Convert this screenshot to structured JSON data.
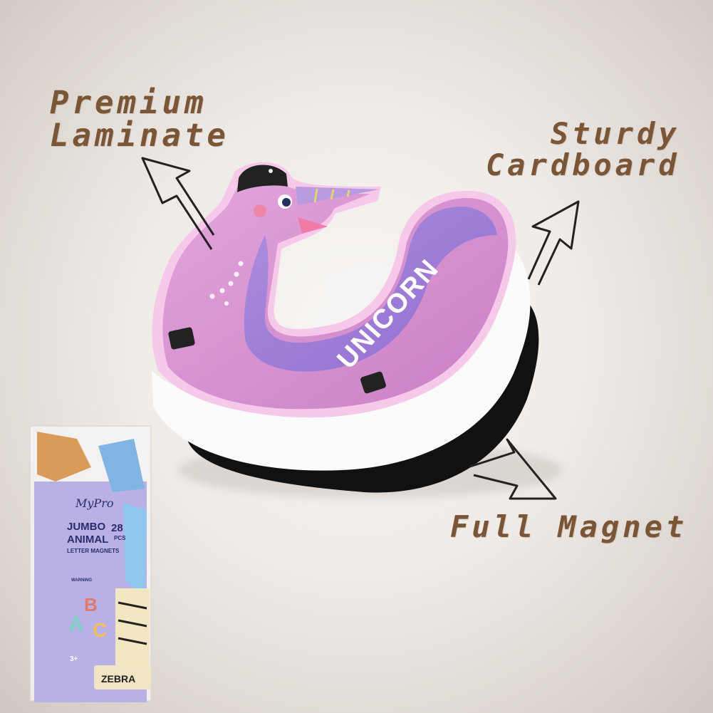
{
  "callouts": {
    "premium": [
      "Premium",
      "Laminate"
    ],
    "sturdy": [
      "Sturdy",
      "Cardboard"
    ],
    "magnet": "Full Magnet"
  },
  "magnet_label": "UNICORN",
  "package": {
    "brand": "MyPro",
    "title_line1": "JUMBO",
    "title_line2": "ANIMAL",
    "count": "28",
    "count_unit": "PCS",
    "subtitle": "LETTER MAGNETS",
    "age": "3+",
    "warning": "WARNING",
    "letters_shown": [
      "A",
      "B",
      "C"
    ],
    "zebra_label": "ZEBRA"
  },
  "colors": {
    "callout_text": "#7a5637",
    "magnet_pink": "#d88fcf",
    "magnet_purple": "#9c7ad8",
    "cardboard": "#fbfbfb",
    "magnet_black": "#121212",
    "package_purple": "#b9b1e6"
  }
}
